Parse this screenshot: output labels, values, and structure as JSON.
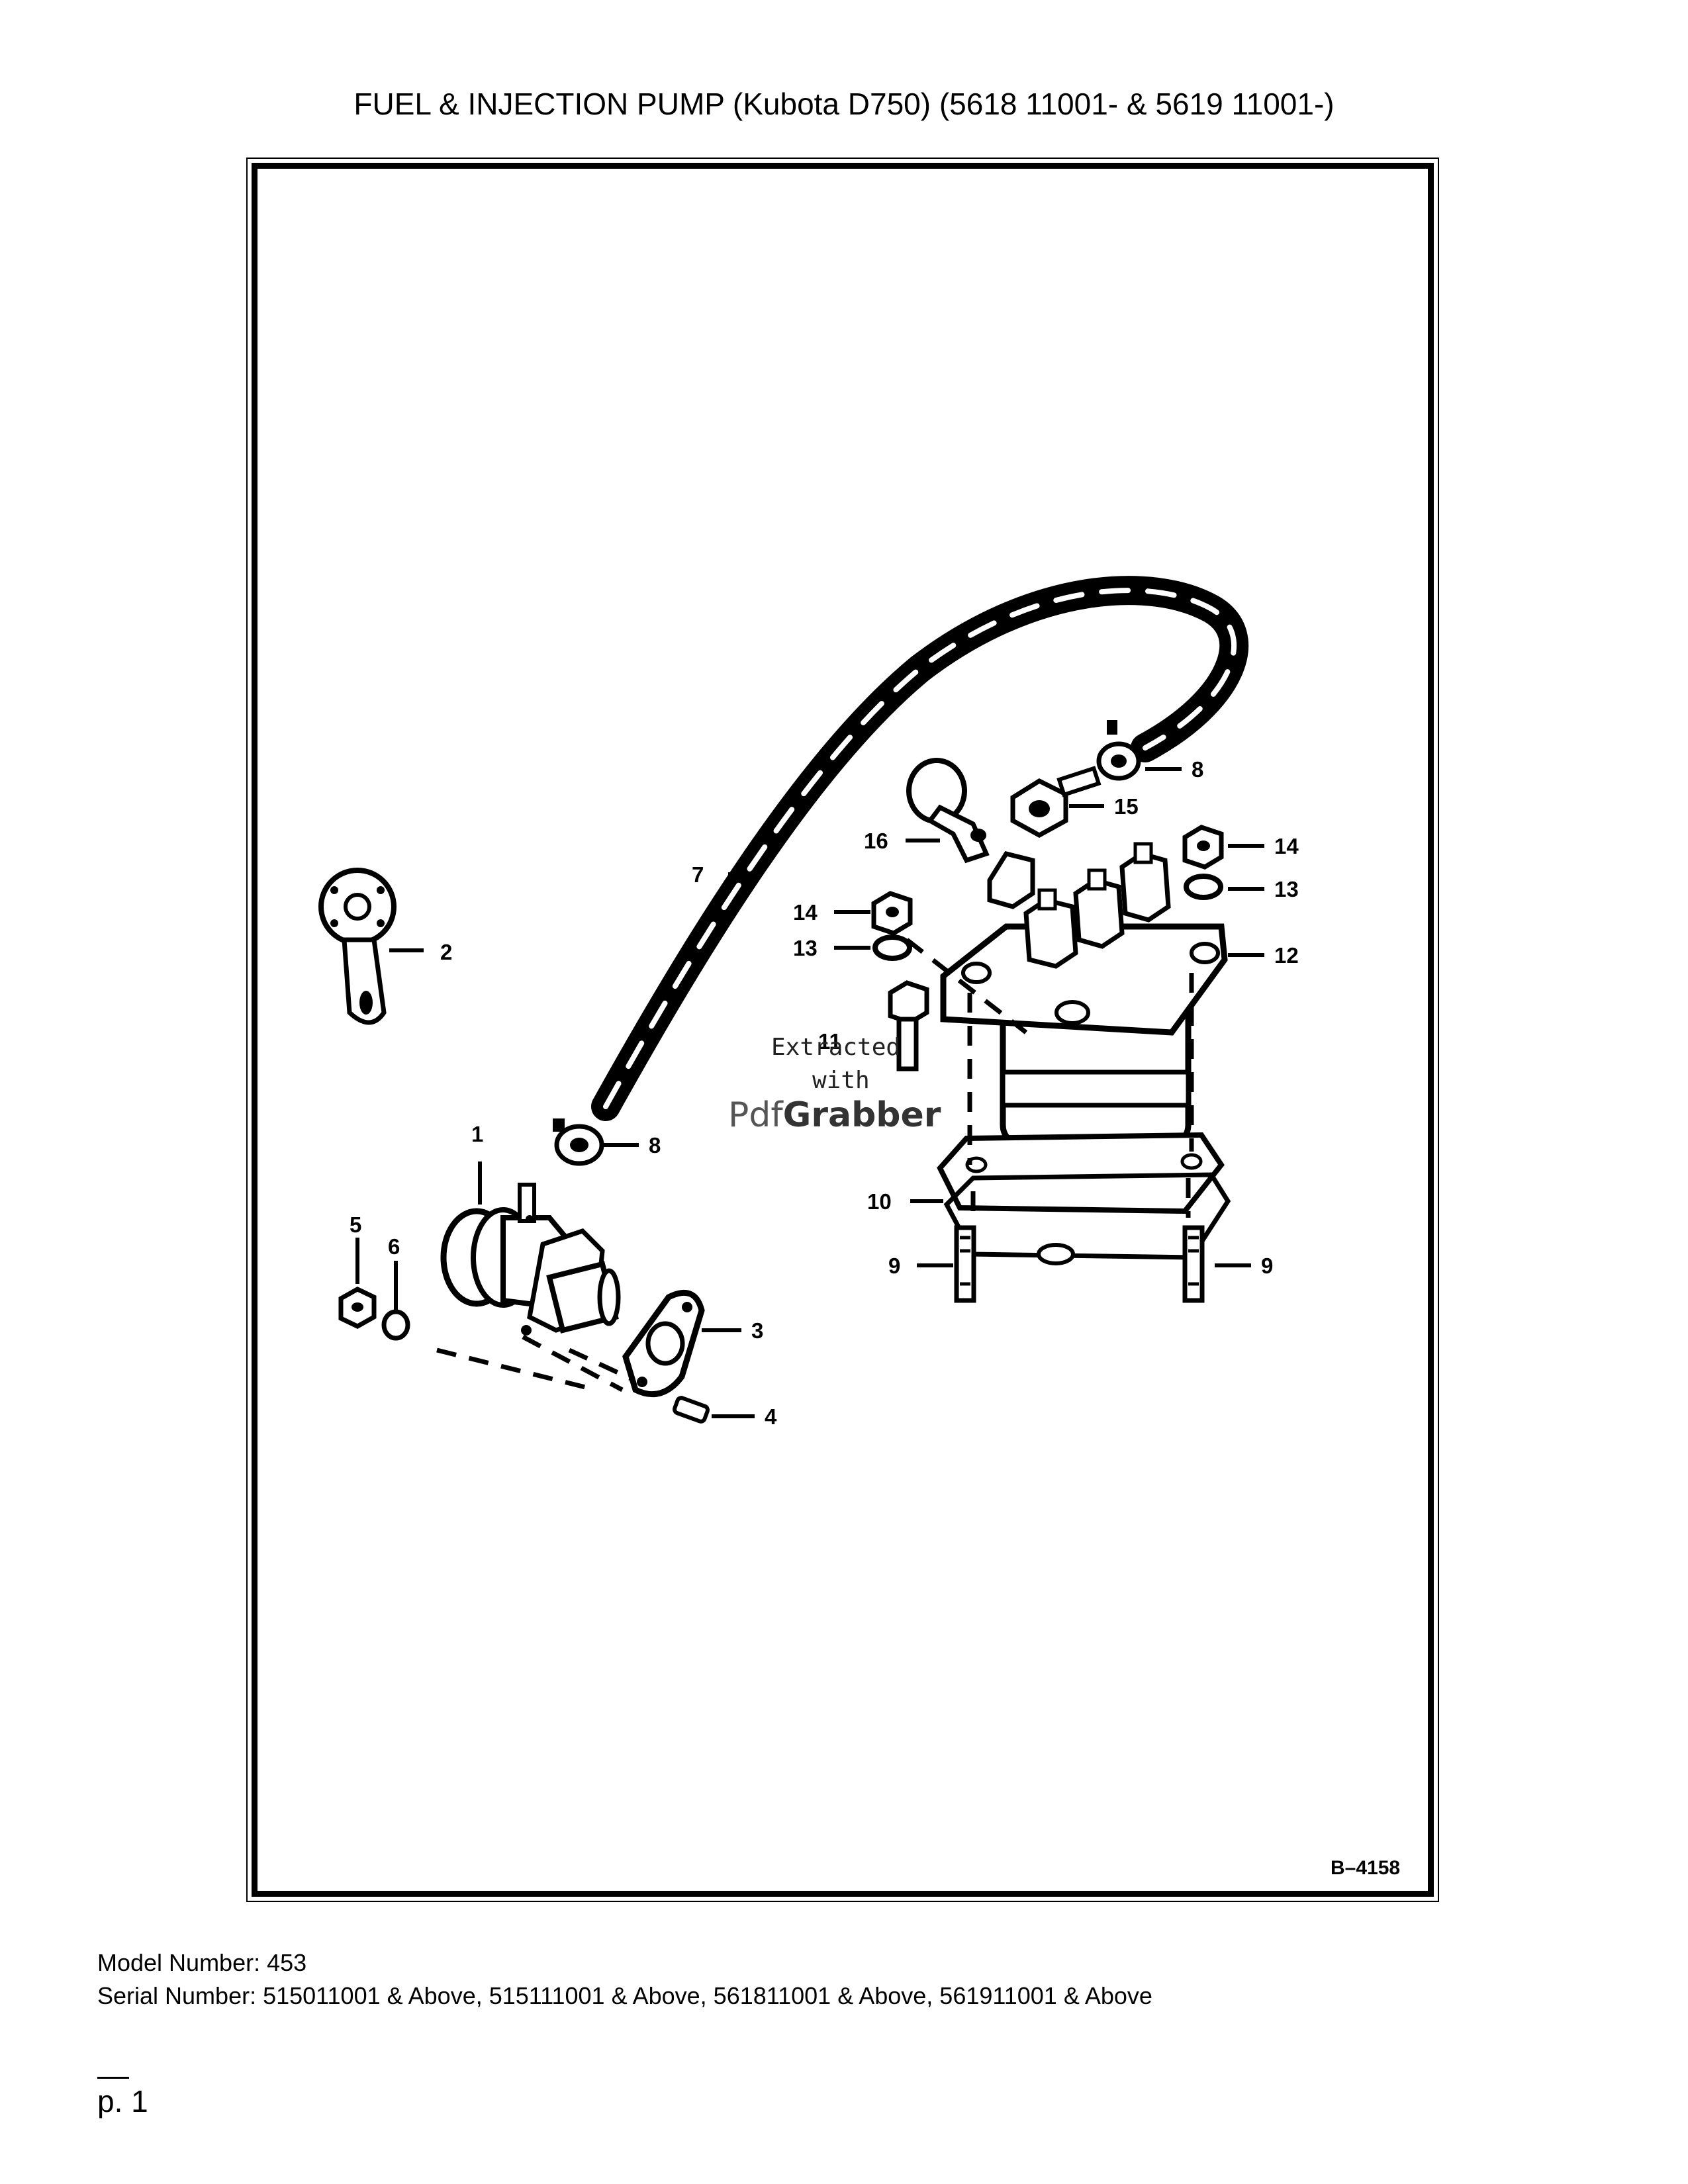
{
  "title": "FUEL & INJECTION PUMP (Kubota D750) (5618 11001- & 5619 11001-)",
  "figure_code": "B–4158",
  "watermark": {
    "line1": "Extracted",
    "line2": "with",
    "line3_a": "Pdf",
    "line3_b": "Grabber"
  },
  "callouts": {
    "c1": "1",
    "c2": "2",
    "c3": "3",
    "c4": "4",
    "c5": "5",
    "c6": "6",
    "c7": "7",
    "c8a": "8",
    "c8b": "8",
    "c9a": "9",
    "c9b": "9",
    "c10": "10",
    "c11": "11",
    "c12": "12",
    "c13a": "13",
    "c13b": "13",
    "c14a": "14",
    "c14b": "14",
    "c15": "15",
    "c16": "16"
  },
  "model_number": "Model Number: 453",
  "serial_number": "Serial Number: 515011001 & Above, 515111001 & Above, 561811001 & Above, 561911001 & Above",
  "page_label": "p. 1"
}
